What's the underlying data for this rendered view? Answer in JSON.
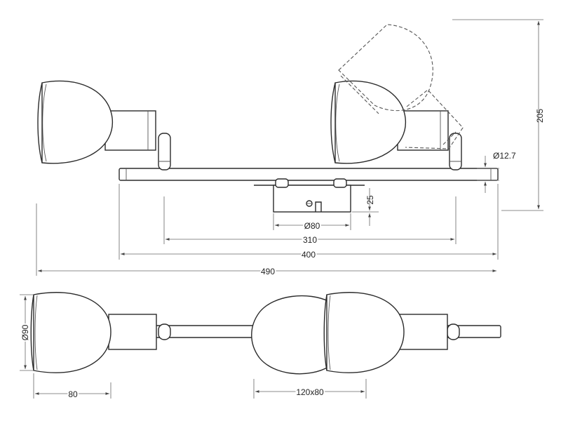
{
  "dimensions": {
    "height": "205",
    "diameter_rod": "Ø12.7",
    "canopy_height": "25",
    "canopy_diameter": "Ø80",
    "bolt_spacing": "310",
    "bar_length": "400",
    "total_length": "490",
    "shade_diameter": "Ø90",
    "shade_depth": "80",
    "shade_size": "120x80"
  }
}
